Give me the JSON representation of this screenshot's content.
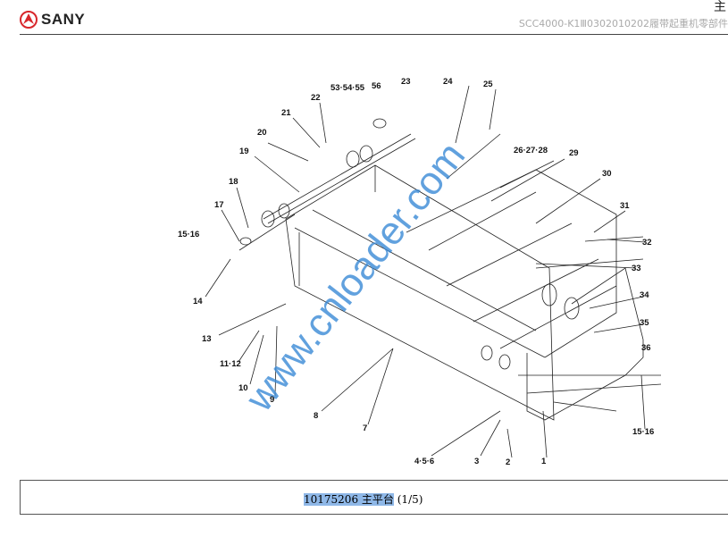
{
  "header": {
    "brand": "SANY",
    "top_char": "主",
    "doc_title": "SCC4000-K1Ⅲ0302010202履带起重机零部件"
  },
  "watermark": "www.cnloader.com",
  "labels": [
    "53·54·55",
    "56",
    "23",
    "24",
    "25",
    "22",
    "21",
    "20",
    "19",
    "26·27·28",
    "29",
    "30",
    "18",
    "17",
    "31",
    "15·16",
    "32",
    "33",
    "14",
    "34",
    "35",
    "13",
    "36",
    "11·12",
    "10",
    "9",
    "8",
    "7",
    "15·16",
    "4·5·6",
    "3",
    "2",
    "1"
  ],
  "caption": {
    "part_no": "10175206",
    "name": "主平台",
    "page": "(1/5)"
  }
}
